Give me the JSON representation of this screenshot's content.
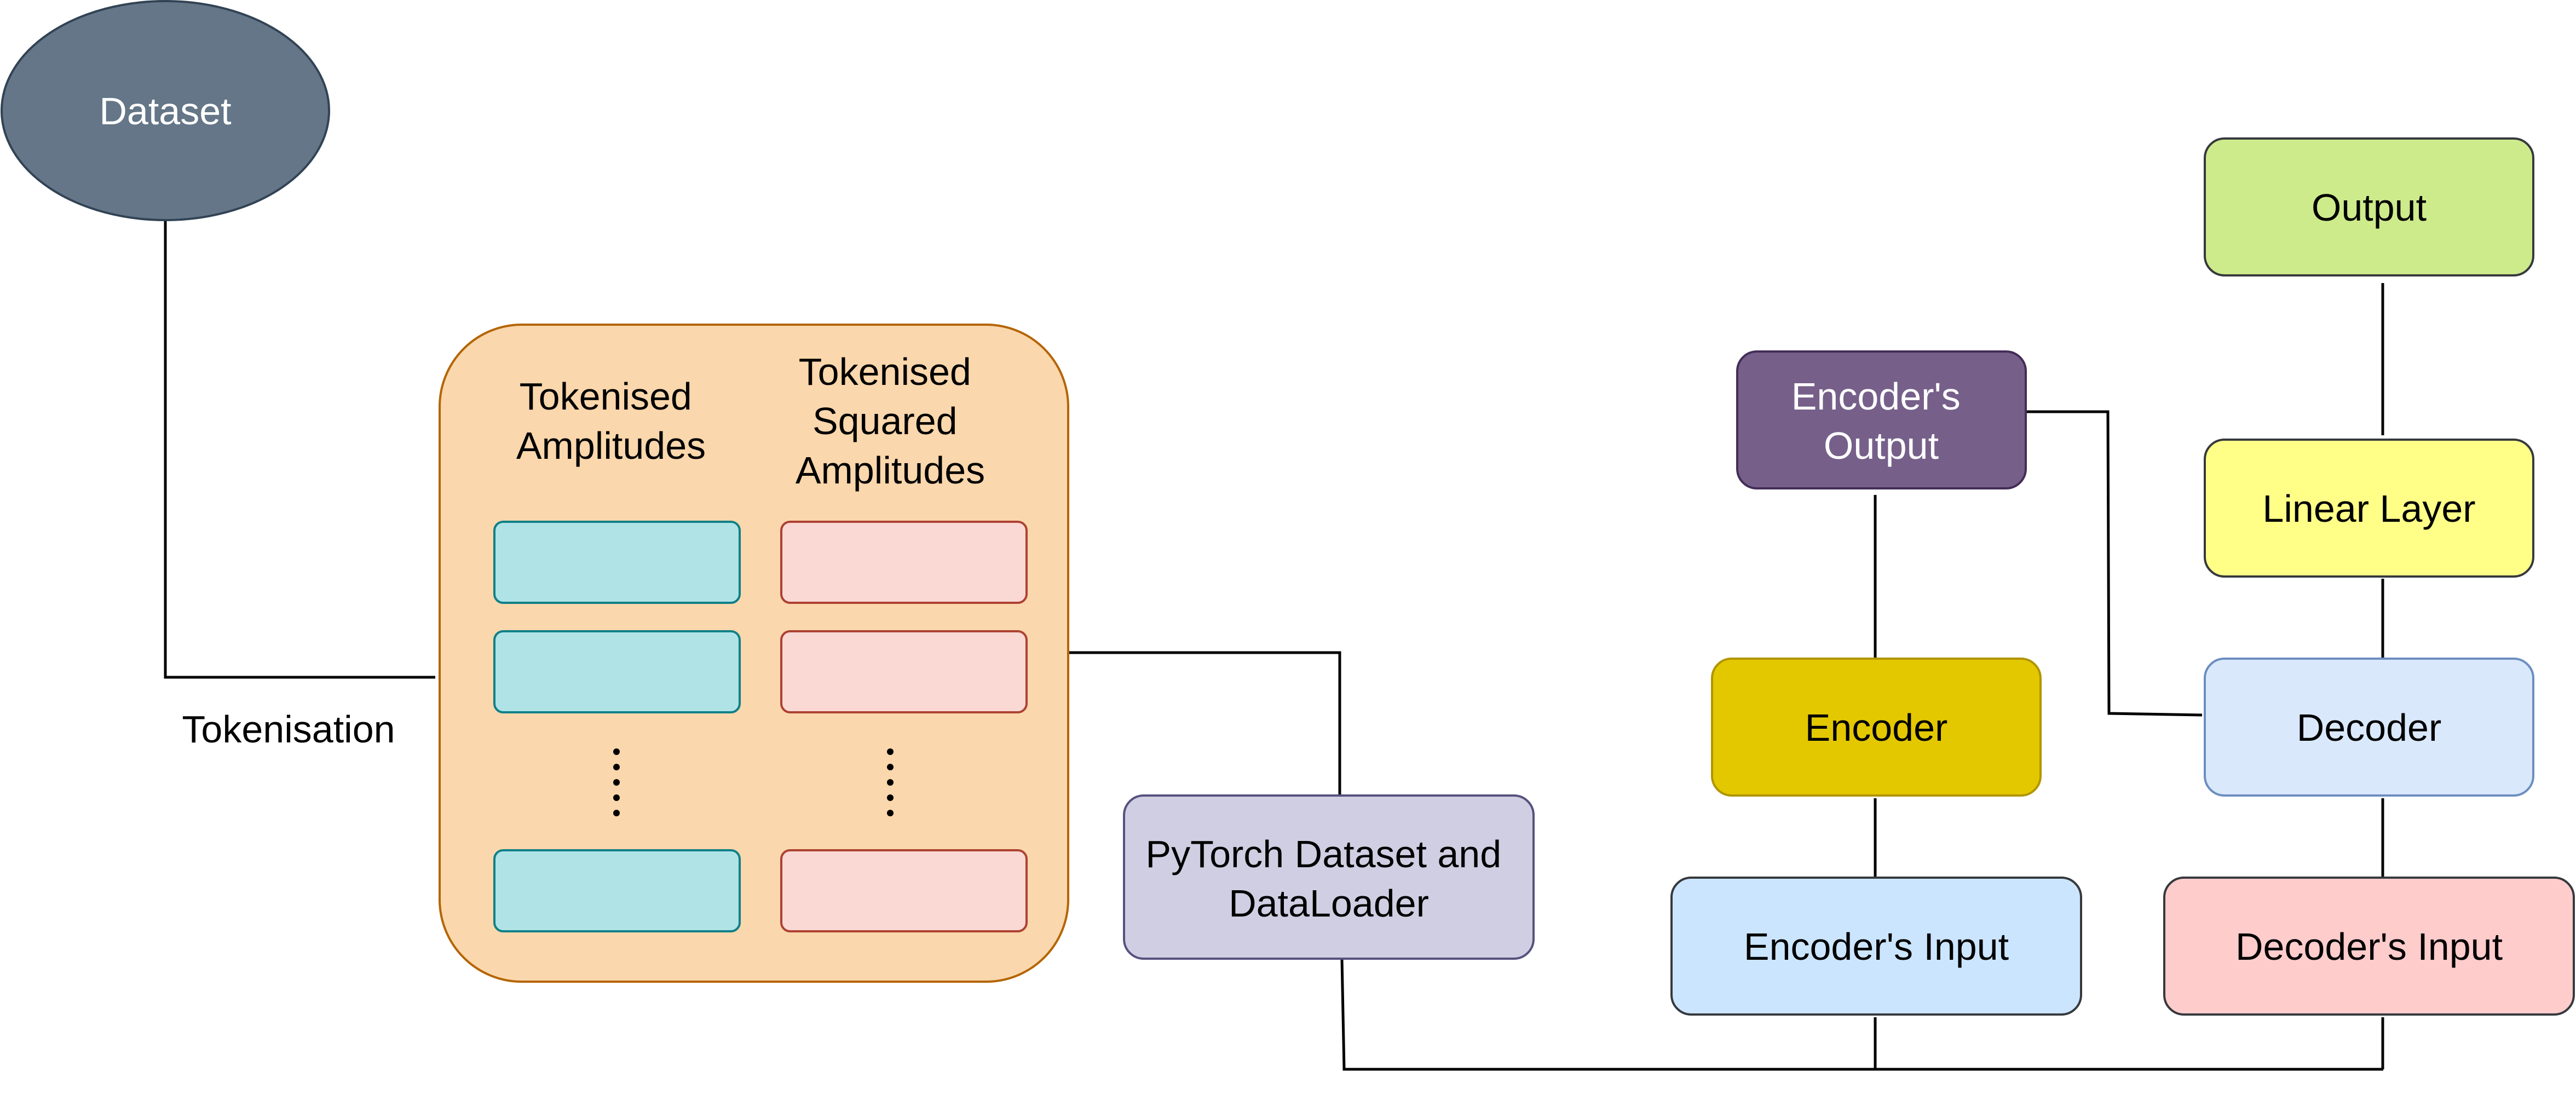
{
  "nodes": {
    "dataset": {
      "label": "Dataset"
    },
    "amplitudes_header": {
      "lines": [
        "Tokenised",
        "Amplitudes"
      ]
    },
    "squared_header": {
      "lines": [
        "Tokenised",
        "Squared",
        "Amplitudes"
      ]
    },
    "pytorch": {
      "lines": [
        "PyTorch Dataset and",
        "DataLoader"
      ]
    },
    "encoders_input": {
      "label": "Encoder's Input"
    },
    "encoder": {
      "label": "Encoder"
    },
    "encoders_output": {
      "lines": [
        "Encoder's",
        "Output"
      ]
    },
    "decoders_input": {
      "label": "Decoder's Input"
    },
    "decoder": {
      "label": "Decoder"
    },
    "linear_layer": {
      "label": "Linear Layer"
    },
    "output": {
      "label": "Output"
    }
  },
  "edges": {
    "tokenisation_label": "Tokenisation"
  },
  "colors": {
    "dataset_fill": "#647687",
    "dataset_stroke": "#314354",
    "container_fill": "#FAD7AC",
    "container_stroke": "#B46504",
    "token_teal_fill": "#B0E3E6",
    "token_teal_stroke": "#0E8088",
    "token_pink_fill": "#FAD9D5",
    "token_pink_stroke": "#AE4132",
    "pytorch_fill": "#D0CEE2",
    "pytorch_stroke": "#56517E",
    "encoder_input_fill": "#CCE5FF",
    "encoder_fill": "#E3C800",
    "encoder_stroke": "#B09500",
    "encoder_output_fill": "#76608A",
    "encoder_output_stroke": "#432D57",
    "decoder_input_fill": "#FFCCCC",
    "decoder_fill": "#DAE8FC",
    "decoder_stroke": "#6C8EBF",
    "linear_fill": "#FFFF88",
    "output_fill": "#CDEB8B",
    "line": "#000000"
  }
}
